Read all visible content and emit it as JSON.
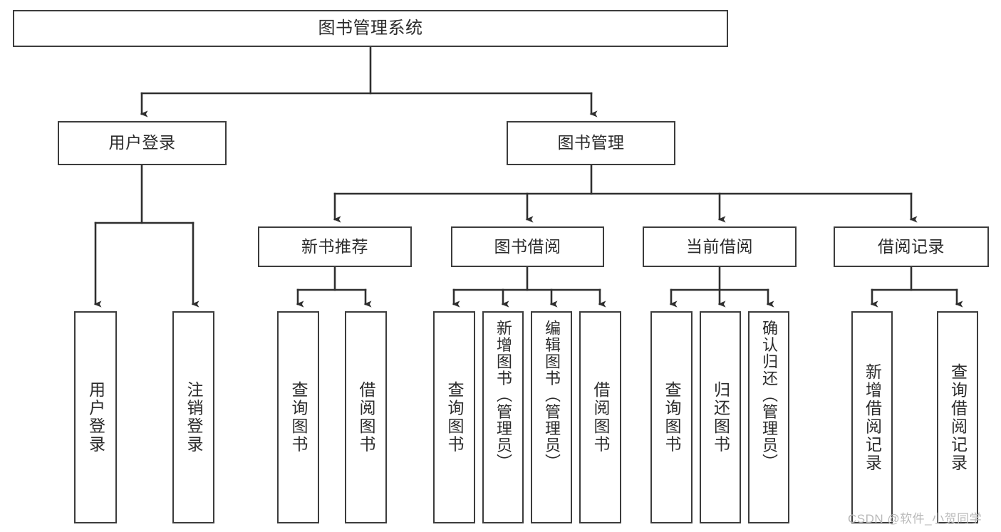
{
  "diagram": {
    "title": "图书管理系统",
    "type": "hierarchy-tree",
    "colors": {
      "box_border": "#3c3c3c",
      "box_fill": "#ffffff",
      "connector": "#2f2f2f",
      "text": "#2b2b2b",
      "watermark": "#b9b9b9"
    },
    "root": {
      "label": "图书管理系统"
    },
    "level2": [
      {
        "label": "用户登录"
      },
      {
        "label": "图书管理"
      }
    ],
    "level3": [
      {
        "label": "新书推荐"
      },
      {
        "label": "图书借阅"
      },
      {
        "label": "当前借阅"
      },
      {
        "label": "借阅记录"
      }
    ],
    "leaves": {
      "user_login": [
        {
          "label": "用户登录"
        },
        {
          "label": "注销登录"
        }
      ],
      "new_book_recommend": [
        {
          "label": "查询图书"
        },
        {
          "label": "借阅图书"
        }
      ],
      "book_borrow": [
        {
          "label": "查询图书"
        },
        {
          "label": "新增图书（管理员）"
        },
        {
          "label": "编辑图书（管理员）"
        },
        {
          "label": "借阅图书"
        }
      ],
      "current_borrow": [
        {
          "label": "查询图书"
        },
        {
          "label": "归还图书"
        },
        {
          "label": "确认归还（管理员）"
        }
      ],
      "borrow_record": [
        {
          "label": "新增借阅记录"
        },
        {
          "label": "查询借阅记录"
        }
      ]
    }
  },
  "watermark": {
    "text": "CSDN @软件_小贺同学"
  }
}
